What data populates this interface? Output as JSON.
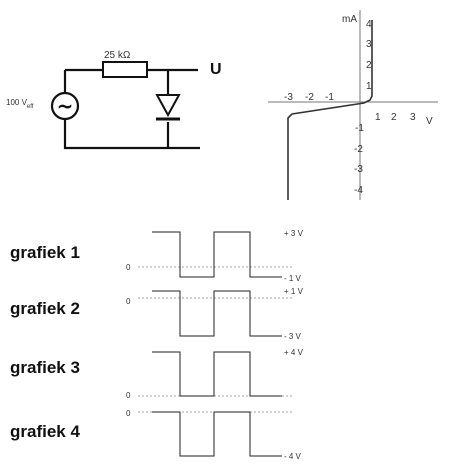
{
  "circuit": {
    "resistor_label": "25 kΩ",
    "source_label_main": "100 V",
    "source_label_sub": "eff",
    "source_symbol": "~",
    "output_label": "U"
  },
  "iv_graph": {
    "y_unit": "mA",
    "x_unit": "V",
    "x_ticks_neg": [
      "-3",
      "-2",
      "-1"
    ],
    "x_ticks_pos": [
      "1",
      "2",
      "3"
    ],
    "y_ticks_pos": [
      "4",
      "3",
      "2",
      "1"
    ],
    "y_ticks_neg": [
      "-1",
      "-2",
      "-3",
      "-4"
    ]
  },
  "graphs": [
    {
      "label": "grafiek 1",
      "zero": "0",
      "high": "+ 3 V",
      "low": "- 1 V"
    },
    {
      "label": "grafiek 2",
      "zero": "0",
      "high": "+ 1 V",
      "low": "- 3 V"
    },
    {
      "label": "grafiek 3",
      "zero": "0",
      "high": "+ 4 V"
    },
    {
      "label": "grafiek 4",
      "zero": "0",
      "low": "- 4 V"
    }
  ]
}
